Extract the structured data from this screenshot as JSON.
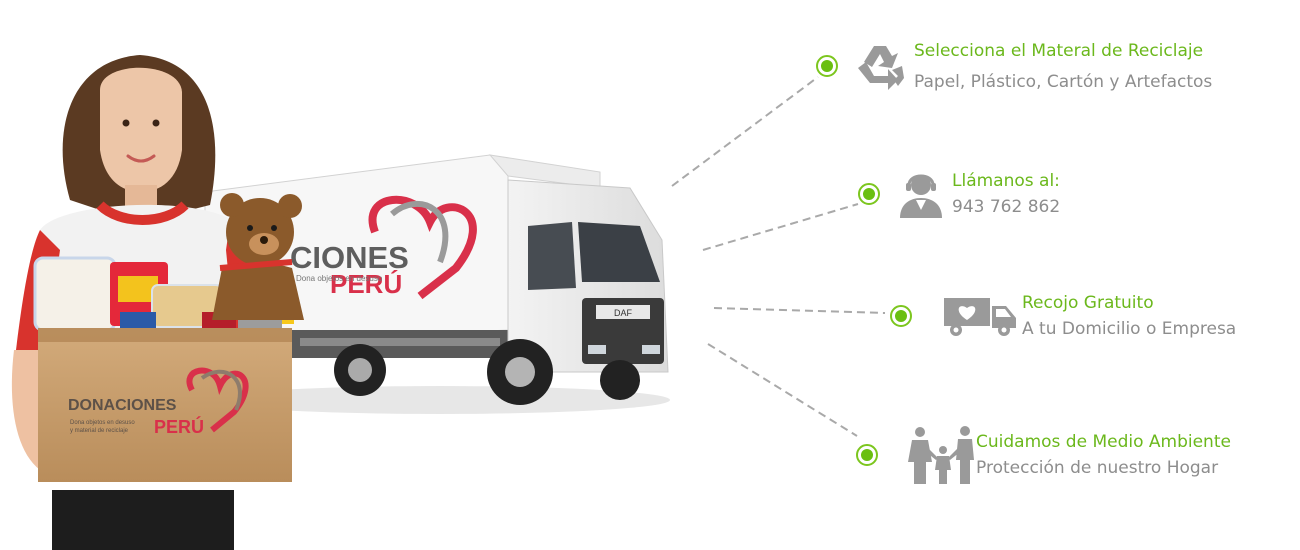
{
  "brand": {
    "truck_text_1": "CIONES",
    "truck_text_2": "PERÚ",
    "truck_small": "Dona objetos en desuso",
    "truck_cab_badge": "DAF",
    "box_text_1": "DONACIONES",
    "box_text_2": "PERÚ",
    "box_small_1": "Dona objetos en desuso",
    "box_small_2": "y material de reciclaje"
  },
  "features": [
    {
      "title": "Selecciona el Materal de Reciclaje",
      "subtitle": "Papel, Plástico, Cartón y Artefactos",
      "icon": "recycle-icon"
    },
    {
      "title": "Llámanos al:",
      "subtitle": "943 762 862",
      "icon": "headset-operator-icon"
    },
    {
      "title": "Recojo Gratuito",
      "subtitle": "A tu Domicilio o Empresa",
      "icon": "truck-heart-icon"
    },
    {
      "title": "Cuidamos de Medio Ambiente",
      "subtitle": "Protección de nuestro Hogar",
      "icon": "family-icon"
    }
  ],
  "colors": {
    "accent_green": "#6bb81c",
    "brand_red": "#d9304a",
    "icon_gray": "#9a9a9a",
    "text_gray": "#8d8d8d"
  }
}
